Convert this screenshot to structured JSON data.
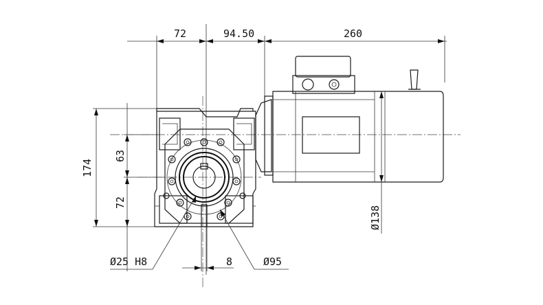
{
  "dimensions": {
    "top_left": "72",
    "top_mid": "94.50",
    "top_right": "260",
    "left_total": "174",
    "left_upper": "63",
    "left_lower": "72",
    "bore": "Ø25 H8",
    "key": "8",
    "flange": "Ø95",
    "motor": "Ø138"
  },
  "colors": {
    "line": "#1a1a1a",
    "background": "#ffffff"
  }
}
